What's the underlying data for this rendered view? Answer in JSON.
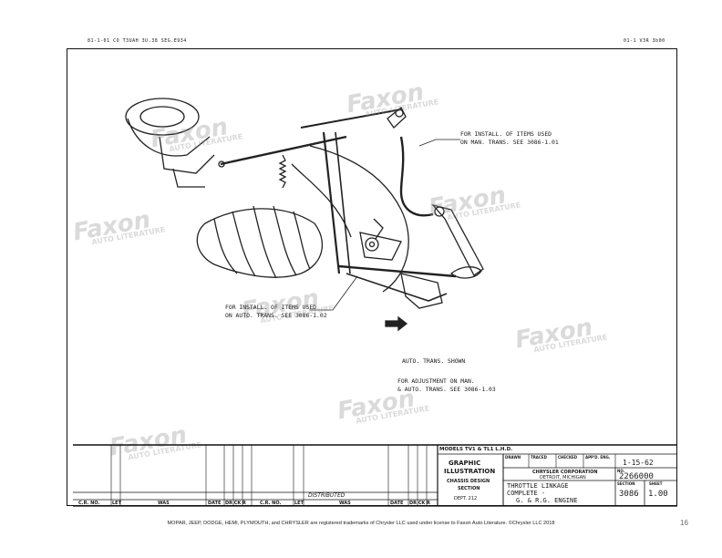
{
  "header": {
    "top_left": "81-1-01  CO T3UAH 3U.38 SEG.E934",
    "top_right": "01-1 V3R 3b00"
  },
  "notes": {
    "man_trans": "FOR INSTALL. OF ITEMS USED\nON MAN. TRANS. SEE 3086-1.01",
    "auto_trans": "FOR INSTALL. OF ITEMS USED\nON AUTO. TRANS. SEE 3086-1.02",
    "shown": "AUTO. TRANS. SHOWN",
    "adjustment": "FOR ADJUSTMENT ON MAN.\n& AUTO. TRANS. SEE 3086-1.03"
  },
  "watermark": {
    "brand": "Faxon",
    "sub": "AUTO LITERATURE"
  },
  "title_block": {
    "models": "MODELS  TV1 & TL1 L.H.D.",
    "graphic": "GRAPHIC",
    "illustration": "ILLUSTRATION",
    "chassis": "CHASSIS DESIGN",
    "section": "SECTION",
    "dept": "DEPT. 212",
    "drawn": "DRAWN",
    "traced": "TRACED",
    "checked": "CHECKED",
    "appd": "APP'D. ENG.",
    "date": "1-15-62",
    "corp": "CHRYSLER CORPORATION",
    "city": "DETROIT, MICHIGAN",
    "no_label": "NO.",
    "number": "2266000",
    "title1": "THROTTLE LINKAGE",
    "title2": "COMPLETE -",
    "title3": "G. & R.G. ENGINE",
    "section_label": "SECTION",
    "sheet_label": "SHEET",
    "section_no": "3086",
    "sheet_no": "1.00",
    "distributed": "DISTRIBUTED",
    "col_cr": "C.R. NO.",
    "col_let": "LET",
    "col_was": "WAS",
    "col_date": "DATE",
    "col_drck": "DR CK R",
    "col_cr2": "C.R. NO.",
    "col_let2": "LET",
    "col_was2": "WAS",
    "col_date2": "DATE",
    "col_drck2": "DR CK R"
  },
  "footer": "MOPAR, JEEP, DODGE, HEMI, PLYMOUTH, and CHRYSLER are registered trademarks of Chrysler LLC used under license to Faxon Auto Literature. ©Chrysler LLC 2018",
  "page_number": "16"
}
